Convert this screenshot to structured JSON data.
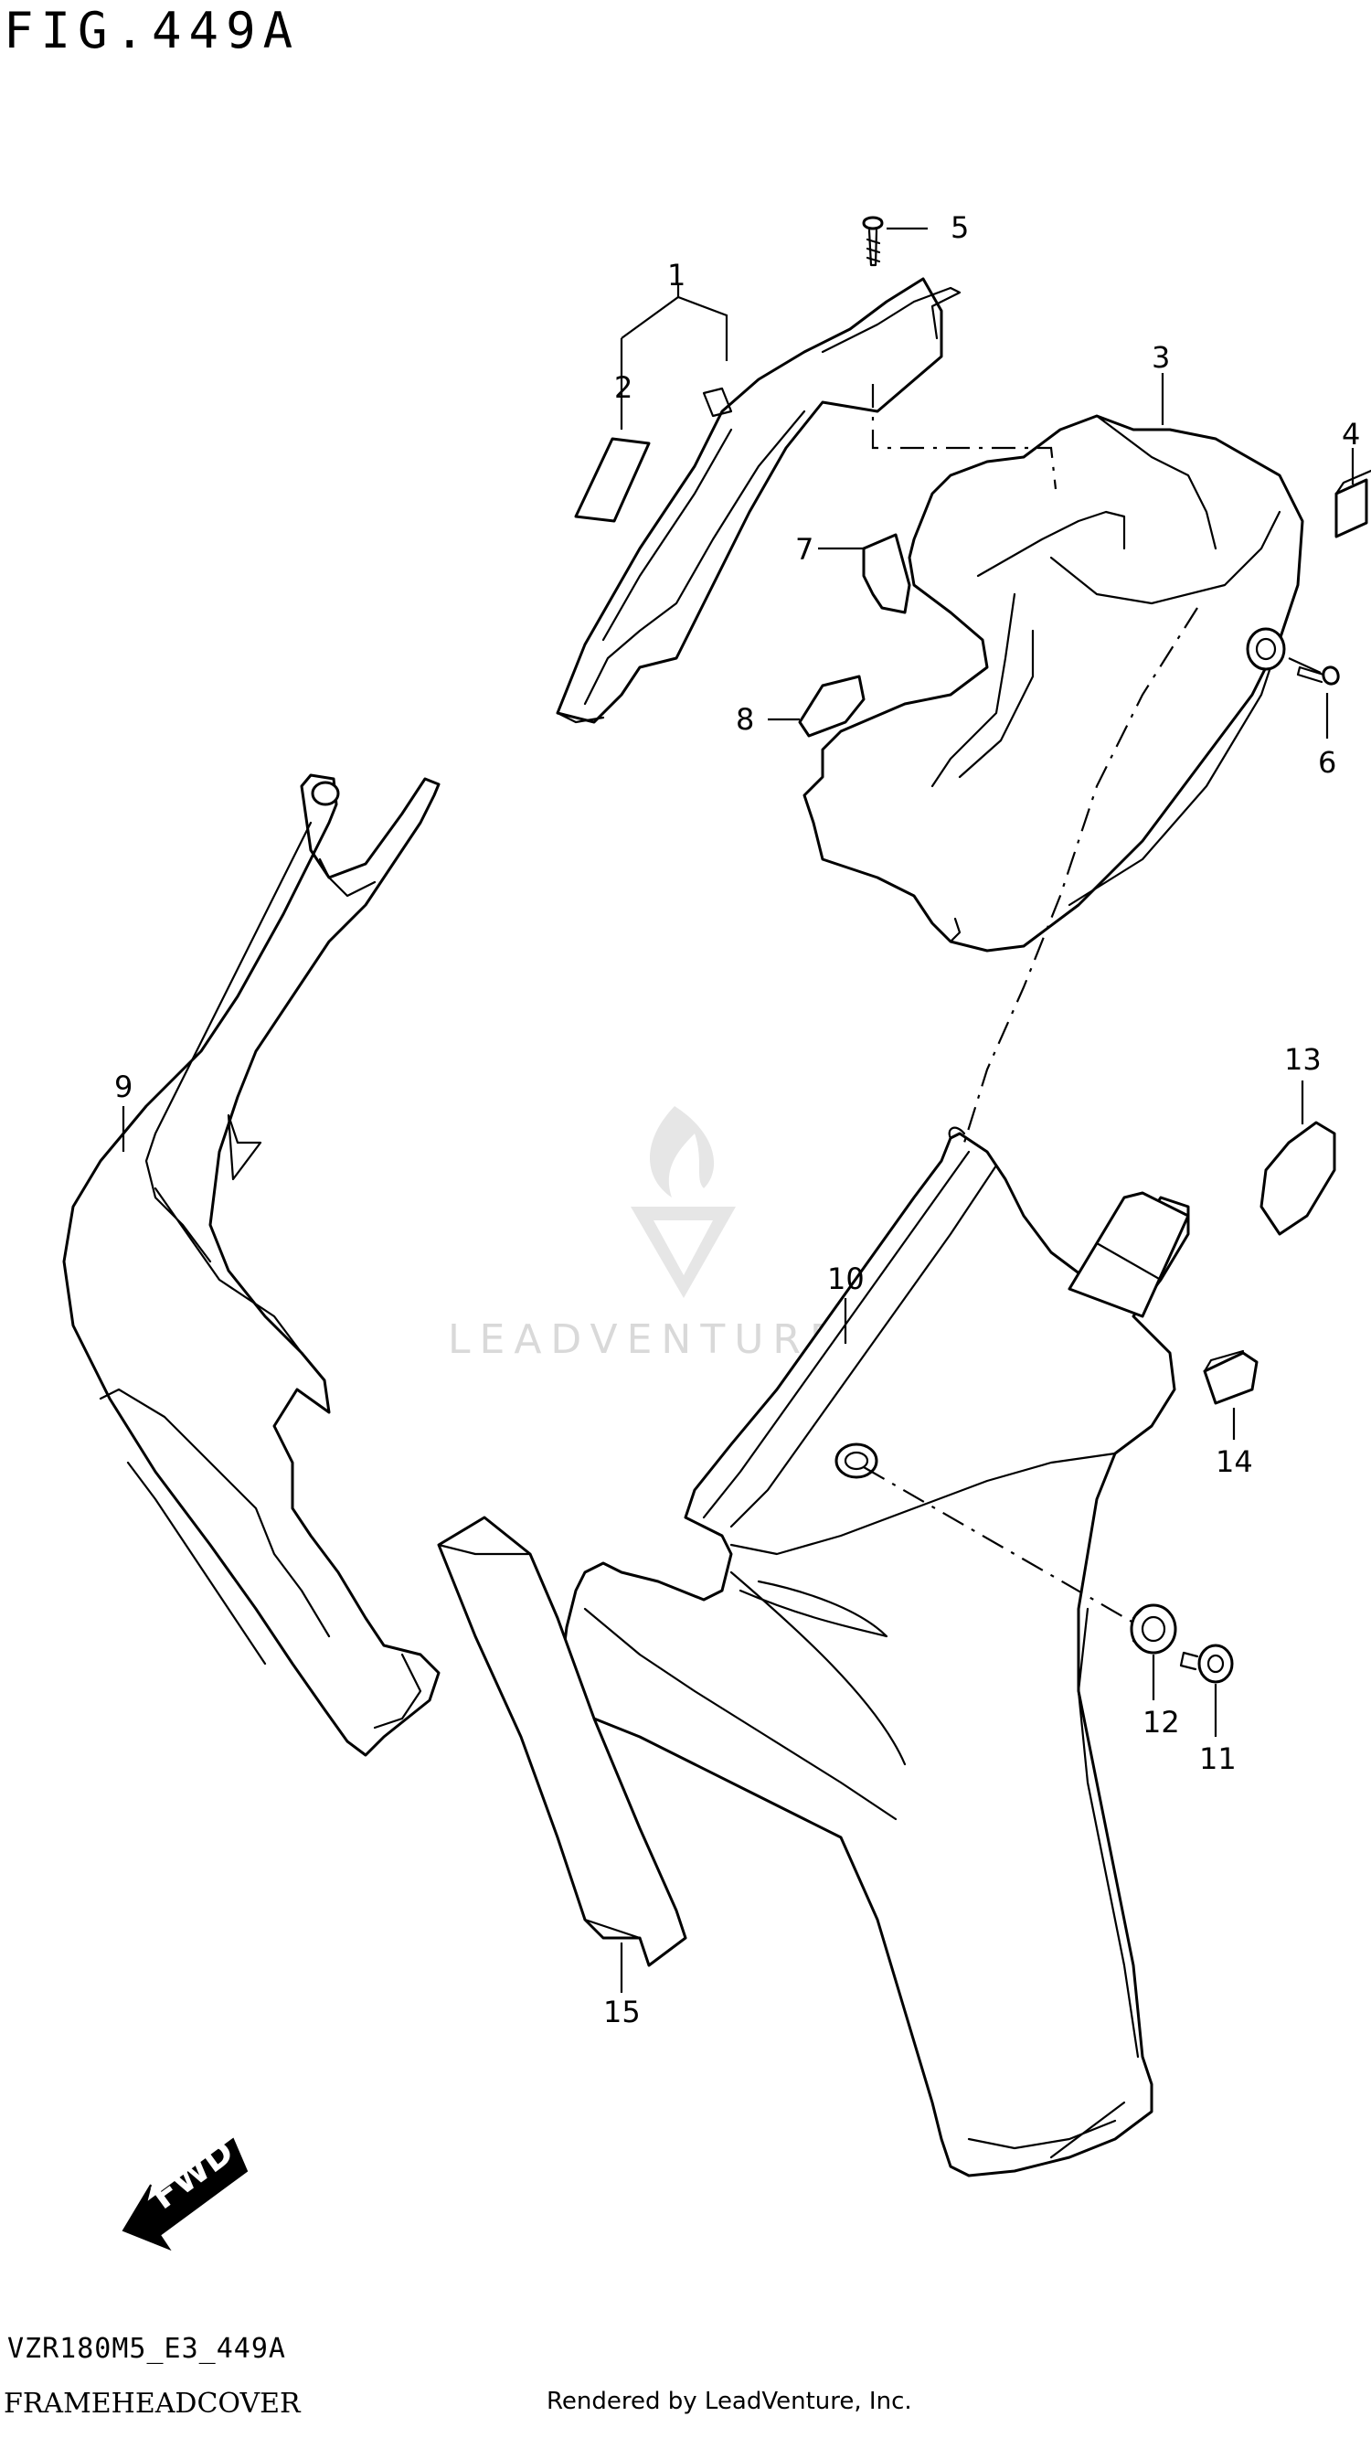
{
  "figure": {
    "title": "FIG.449A",
    "model_code": "VZR180M5_E3_449A",
    "name": "FRAMEHEADCOVER",
    "rendered_by": "Rendered by LeadVenture, Inc."
  },
  "watermark": {
    "text": "LEADVENTURE"
  },
  "direction_arrow": {
    "label": "FWD"
  },
  "callouts": [
    "1",
    "2",
    "3",
    "4",
    "5",
    "6",
    "7",
    "8",
    "9",
    "10",
    "11",
    "12",
    "13",
    "14",
    "15"
  ]
}
